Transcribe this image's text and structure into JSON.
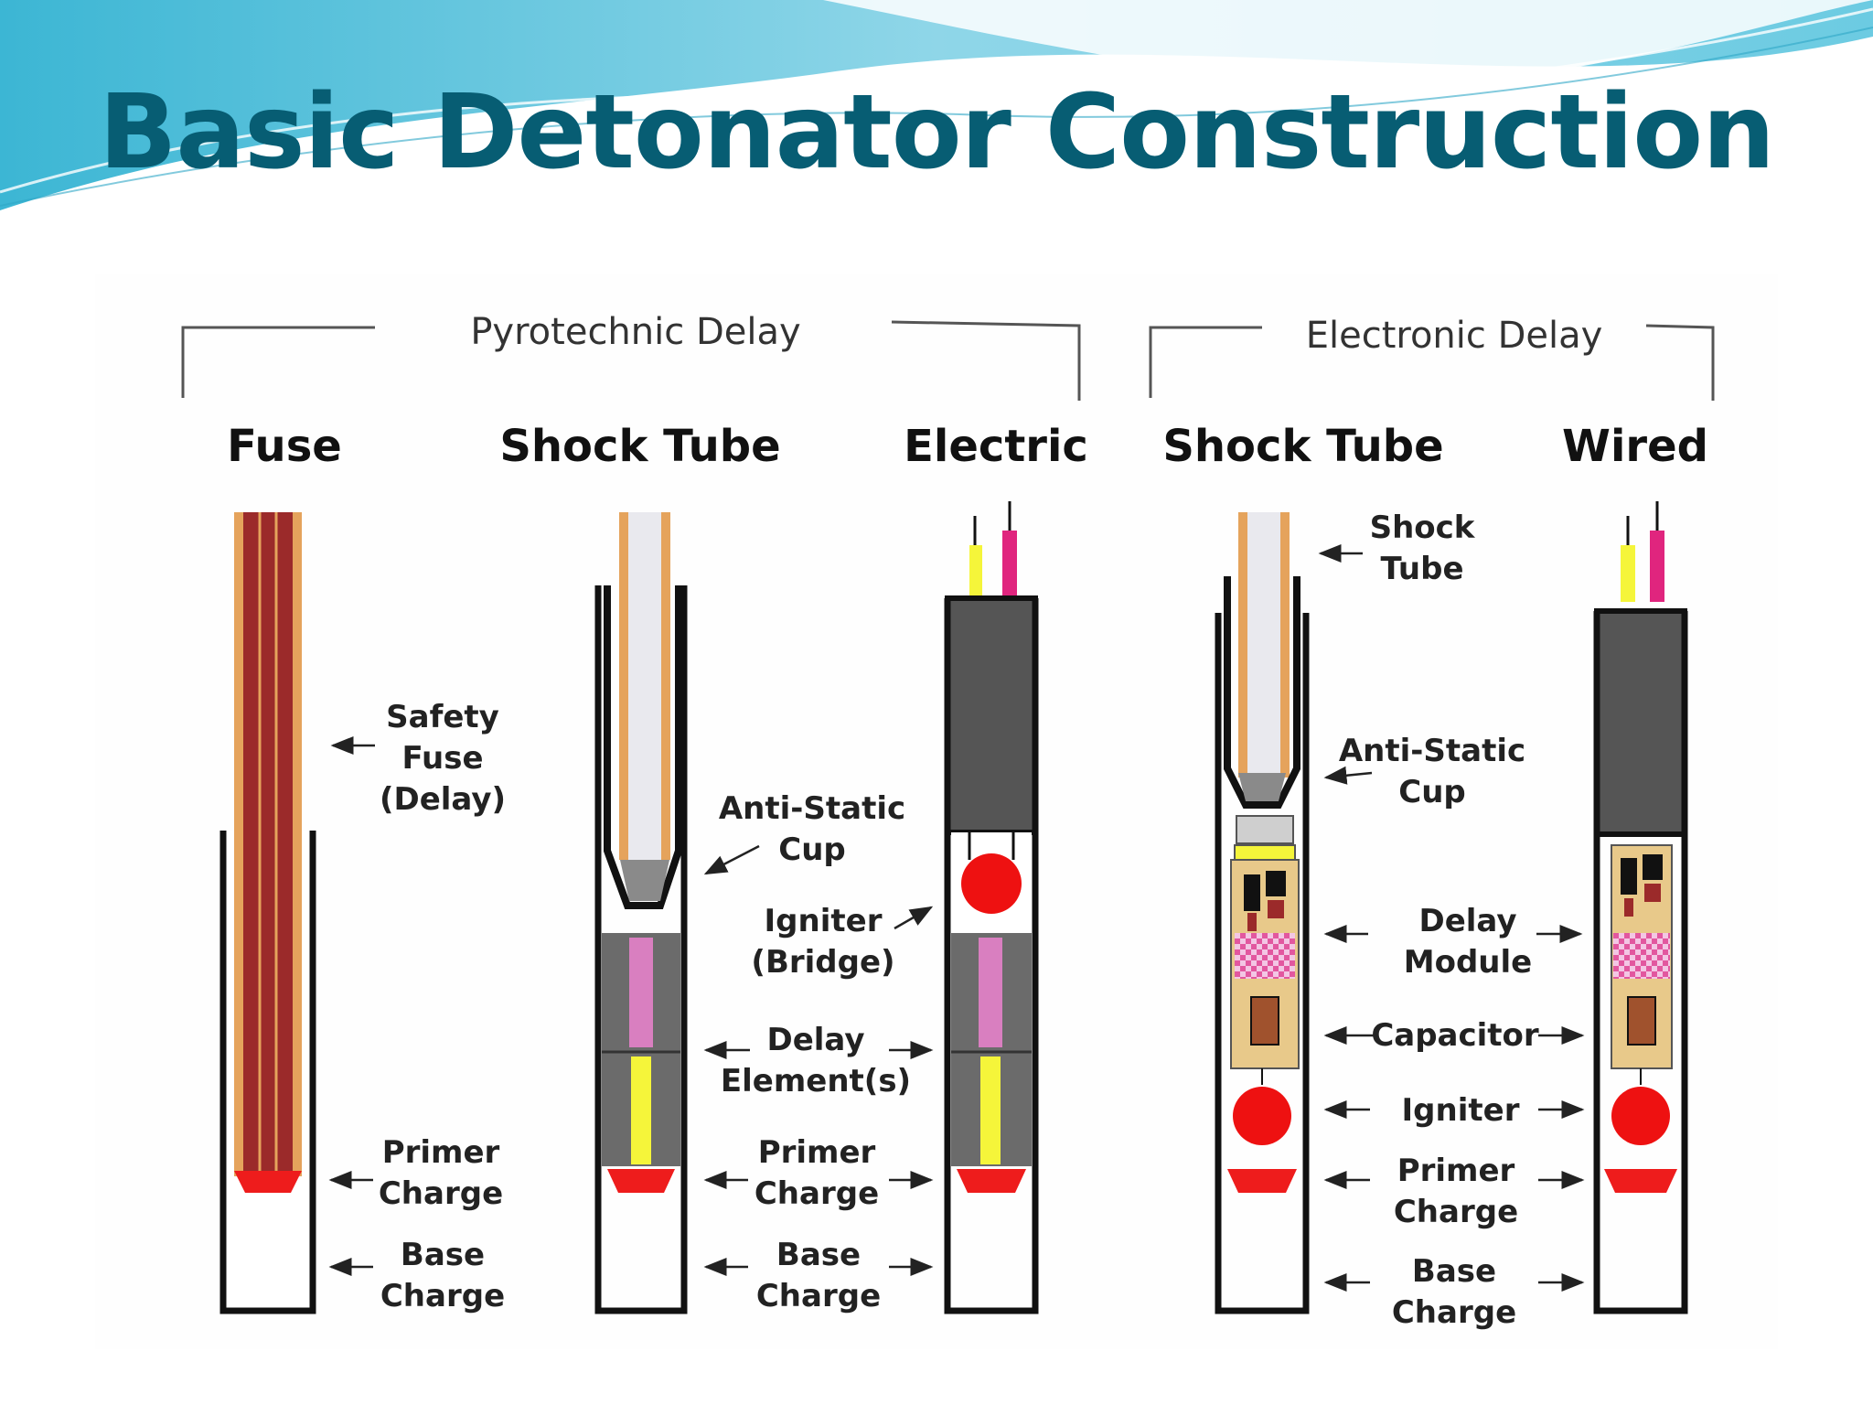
{
  "slide": {
    "title": "Basic Detonator Construction"
  },
  "groups": {
    "pyrotechnic": "Pyrotechnic Delay",
    "electronic": "Electronic Delay"
  },
  "columns": {
    "fuse": "Fuse",
    "shock_tube_pyro": "Shock Tube",
    "electric": "Electric",
    "shock_tube_elec": "Shock Tube",
    "wired": "Wired"
  },
  "labels": {
    "safety_fuse": [
      "Safety",
      "Fuse",
      "(Delay)"
    ],
    "primer_charge": [
      "Primer",
      "Charge"
    ],
    "base_charge": [
      "Base",
      "Charge"
    ],
    "anti_static_cup": [
      "Anti-Static",
      "Cup"
    ],
    "igniter_bridge": [
      "Igniter",
      "(Bridge)"
    ],
    "delay_elements": [
      "Delay",
      "Element(s)"
    ],
    "shock_tube": [
      "Shock",
      "Tube"
    ],
    "delay_module": [
      "Delay",
      "Module"
    ],
    "capacitor": "Capacitor",
    "igniter": "Igniter"
  },
  "colors": {
    "title": "#075d73",
    "header_wave": "#5fc3dc",
    "fuse_core": "#9b2a2a",
    "fuse_wrap": "#e5a35c",
    "shell": "#111111",
    "plug": "#6b6b6b",
    "primer": "#ee1c1c",
    "igniter": "#ee1111",
    "delay_pink": "#d97fc0",
    "delay_yellow": "#f5f53a",
    "wire_yellow": "#f5f53a",
    "wire_magenta": "#e0257e",
    "module": "#e8c98a"
  }
}
